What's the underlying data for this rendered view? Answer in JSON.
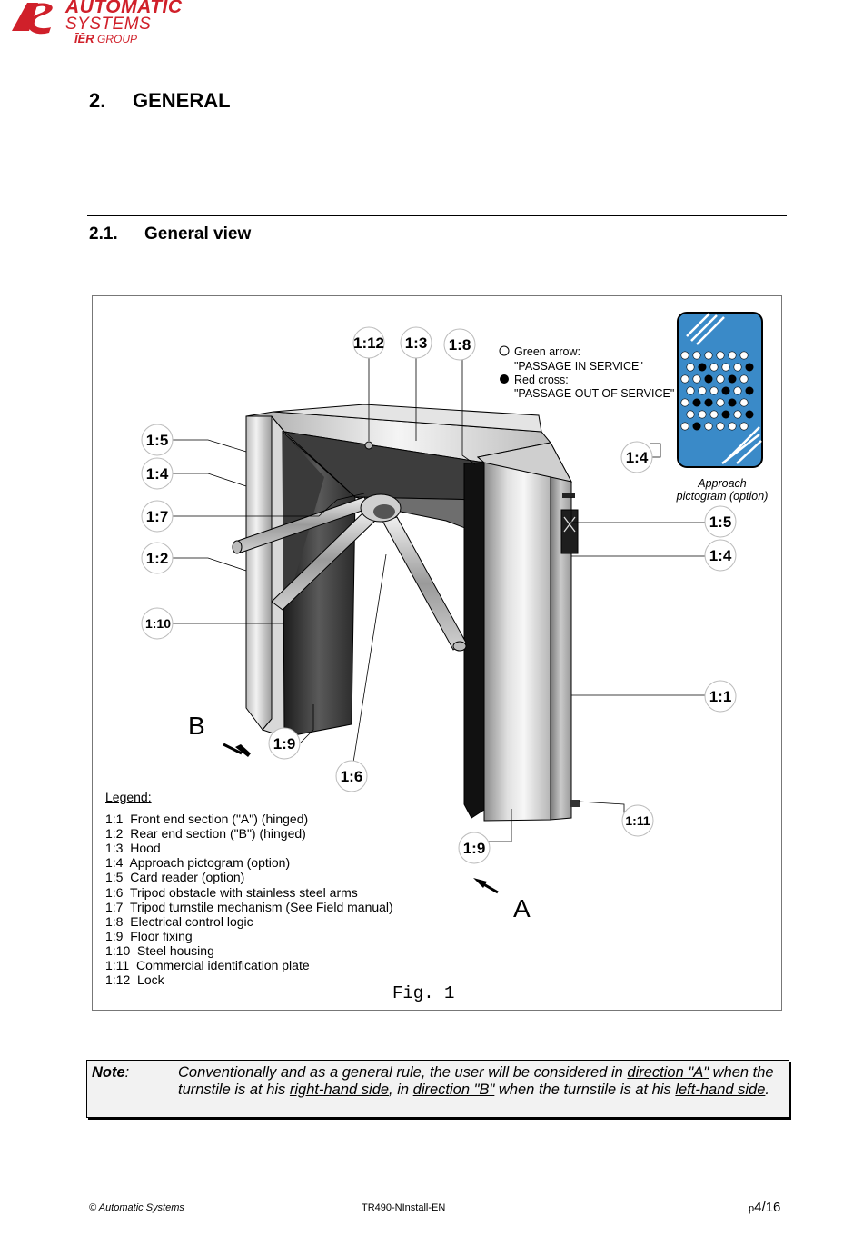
{
  "header": {
    "logo_line1": "AUTOMATIC",
    "logo_line2": "SYSTEMS",
    "logo_line3": "GROUP",
    "brand_color": "#d0202a"
  },
  "section": {
    "number": "2.",
    "title": "GENERAL"
  },
  "subsection": {
    "number": "2.1.",
    "title": "General view"
  },
  "figure": {
    "callouts": {
      "c_1_12": "1:12",
      "c_1_3": "1:3",
      "c_1_8": "1:8",
      "c_1_5_left": "1:5",
      "c_1_4_left": "1:4",
      "c_1_7": "1:7",
      "c_1_2": "1:2",
      "c_1_10": "1:10",
      "c_1_9_left": "1:9",
      "c_1_6": "1:6",
      "c_1_9_right": "1:9",
      "c_1_4_top": "1:4",
      "c_1_5_right": "1:5",
      "c_1_4_right": "1:4",
      "c_1_1": "1:1",
      "c_1_11": "1:11"
    },
    "direction_b": "B",
    "direction_a": "A",
    "status_info": {
      "green_label": "Green arrow:",
      "green_text": "\"PASSAGE IN SERVICE\"",
      "red_label": "Red cross:",
      "red_text": "\"PASSAGE OUT OF SERVICE\""
    },
    "pictogram_caption_1": "Approach",
    "pictogram_caption_2": "pictogram (option)",
    "pictogram_color": "#3a8ac8",
    "legend": {
      "heading": "Legend:",
      "items": [
        "1:1  Front end section (\"A\") (hinged)",
        "1:2  Rear end section (\"B\") (hinged)",
        "1:3  Hood",
        "1:4  Approach pictogram (option)",
        "1:5  Card reader (option)",
        "1:6  Tripod obstacle with stainless steel arms",
        "1:7  Tripod turnstile mechanism (See Field manual)",
        "1:8  Electrical control logic",
        "1:9  Floor fixing",
        "1:10  Steel housing",
        "1:11  Commercial identification plate",
        "1:12  Lock"
      ]
    },
    "caption": "Fig. 1"
  },
  "note": {
    "label": "Note",
    "colon": ":",
    "t1": "Conventionally and as a general rule, the user will be considered in ",
    "u1": "direction \"A\"",
    "t2": " when the turnstile is at his ",
    "u2": "right-hand side",
    "t3": ", in ",
    "u3": "direction \"B\"",
    "t4": " when the turnstile is at his ",
    "u4": "left-hand side",
    "t5": "."
  },
  "footer": {
    "copyright": "© Automatic Systems",
    "doc_ref": "TR490-NInstall-EN",
    "page_prefix": "p",
    "page": "4/16"
  }
}
